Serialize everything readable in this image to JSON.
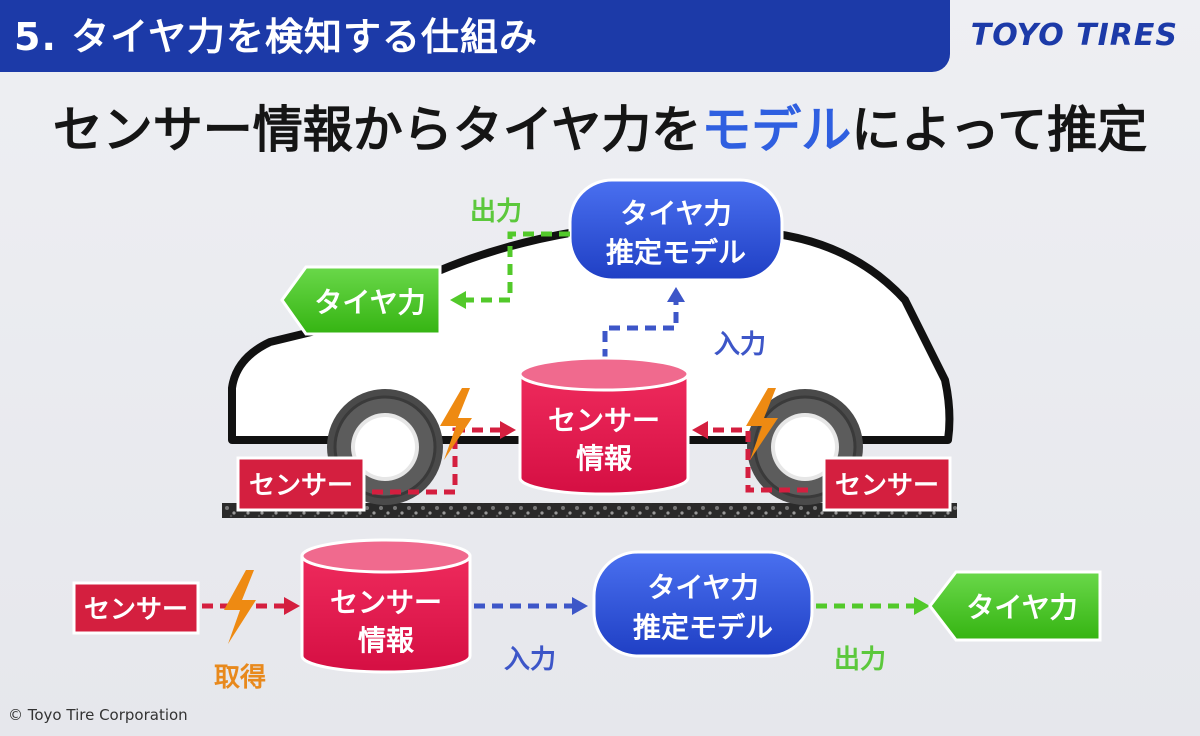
{
  "header": {
    "title": "5. タイヤ力を検知する仕組み",
    "logo": "TOYO TIRES"
  },
  "headline": {
    "pre": "センサー情報からタイヤ力を",
    "highlight": "モデル",
    "post": "によって推定"
  },
  "car_diagram": {
    "model_line1": "タイヤ力",
    "model_line2": "推定モデル",
    "data_line1": "センサー",
    "data_line2": "情報",
    "output_node": "タイヤ力",
    "sensor_left": "センサー",
    "sensor_right": "センサー",
    "label_output": "出力",
    "label_input": "入力"
  },
  "flow": {
    "sensor": "センサー",
    "data_line1": "センサー",
    "data_line2": "情報",
    "model_line1": "タイヤ力",
    "model_line2": "推定モデル",
    "result": "タイヤ力",
    "label_acquire": "取得",
    "label_input": "入力",
    "label_output": "出力"
  },
  "colors": {
    "header_blue": "#1c3aa8",
    "model_blue": "#2a4fd6",
    "data_red": "#e8174f",
    "output_green": "#43c51e",
    "sensor_red": "#d41f3f",
    "lightning_orange": "#ee8a12"
  },
  "footer": {
    "copyright": "© Toyo Tire Corporation"
  }
}
